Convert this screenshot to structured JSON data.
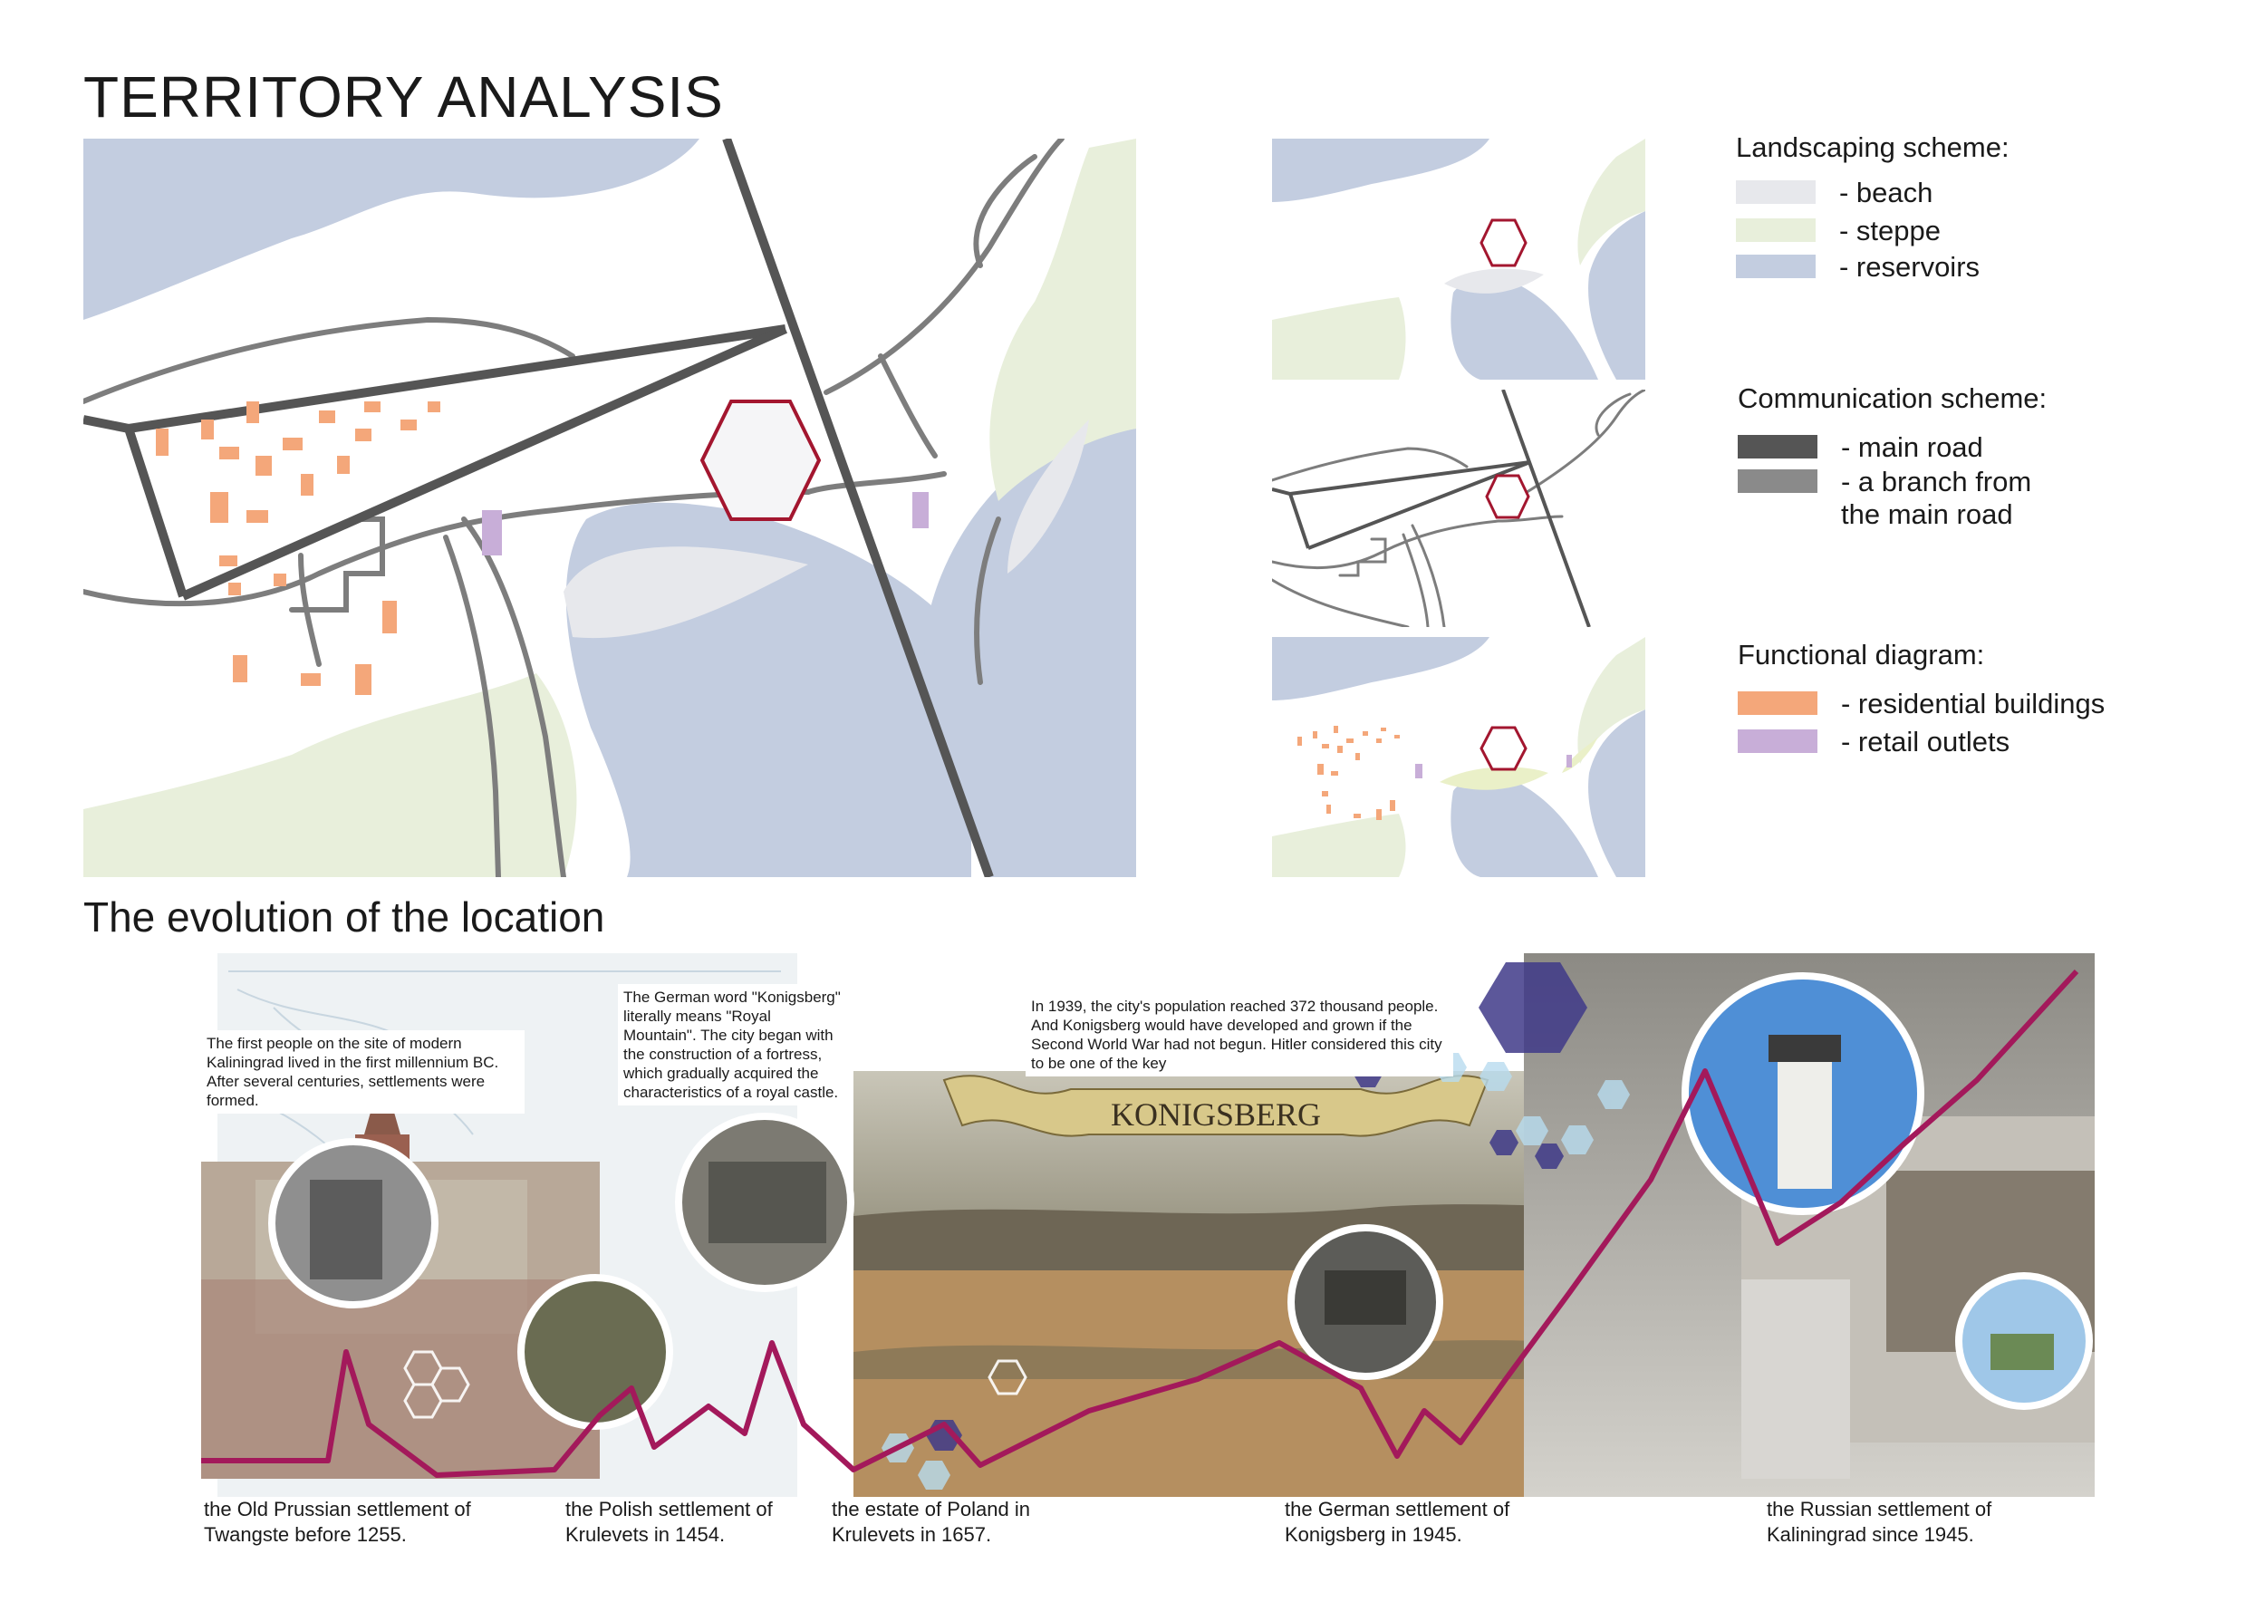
{
  "titles": {
    "main": "TERRITORY ANALYSIS",
    "evolution": "The evolution of the location"
  },
  "legend": {
    "landscaping": {
      "heading": "Landscaping scheme:",
      "items": [
        {
          "label": "- beach",
          "color": "#e7e8ec"
        },
        {
          "label": "- steppe",
          "color": "#e8efdb"
        },
        {
          "label": "- reservoirs",
          "color": "#c3cde0"
        }
      ]
    },
    "communication": {
      "heading": "Communication scheme:",
      "items": [
        {
          "label": "- main road",
          "color": "#555555"
        },
        {
          "label": "- a branch from the main road",
          "color": "#8a8a8a"
        }
      ]
    },
    "functional": {
      "heading": "Functional diagram:",
      "items": [
        {
          "label": "- residential buildings",
          "color": "#f4a77a"
        },
        {
          "label": "- retail outlets",
          "color": "#c8aed8"
        }
      ]
    }
  },
  "timeline": {
    "notes": [
      "The first people on the site of modern Kaliningrad lived in the first millennium BC. After several centuries, settlements were formed.",
      "The German word \"Konigsberg\" literally means \"Royal Mountain\". The city began with the construction of a fortress, which gradually acquired the characteristics of a royal castle.",
      "In 1939, the city's population reached 372 thousand people. And Konigsberg would have developed and grown if the Second World War had not begun. Hitler considered this city to be one of the key"
    ],
    "banner": "KONIGSBERG",
    "captions": [
      "the Old Prussian settlement of Twangste before 1255.",
      "the Polish settlement of Krulevets in 1454.",
      "the estate of Poland in Krulevets in 1657.",
      "the German settlement of Konigsberg in 1945.",
      "the Russian settlement of Kaliningrad since 1945."
    ]
  },
  "colors": {
    "line": "#a3195b",
    "hexagon": "#a3162f",
    "hex_purple": "#3f3a88",
    "hex_light": "#b8dcef"
  }
}
